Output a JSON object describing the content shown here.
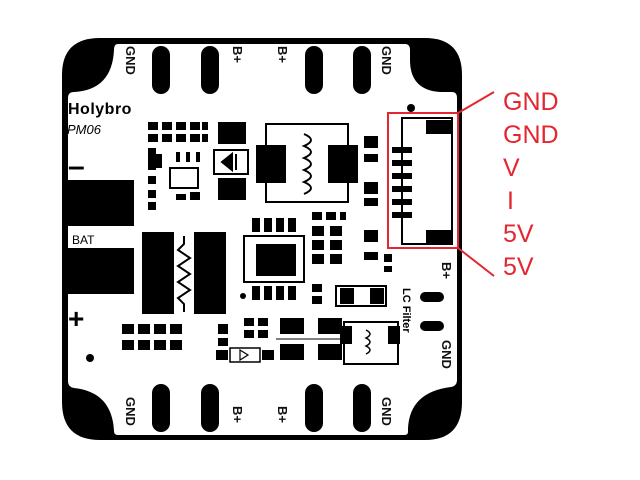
{
  "board": {
    "brand": "Holybro",
    "model": "PM06",
    "bat_label": "BAT",
    "minus_symbol": "–",
    "plus_symbol": "+",
    "lc_filter": "LC Filter",
    "top_pins": [
      "GND",
      "B+",
      "B+",
      "GND"
    ],
    "bottom_pins": [
      "GND",
      "B+",
      "B+",
      "GND"
    ],
    "right_pins": [
      "B+",
      "GND"
    ]
  },
  "connector": {
    "pins": [
      "GND",
      "GND",
      "V",
      "I",
      "5V",
      "5V"
    ]
  },
  "colors": {
    "board": "#000000",
    "silkscreen": "#ffffff",
    "annotation": "#e3262f",
    "highlight_box": "#e3262f"
  }
}
